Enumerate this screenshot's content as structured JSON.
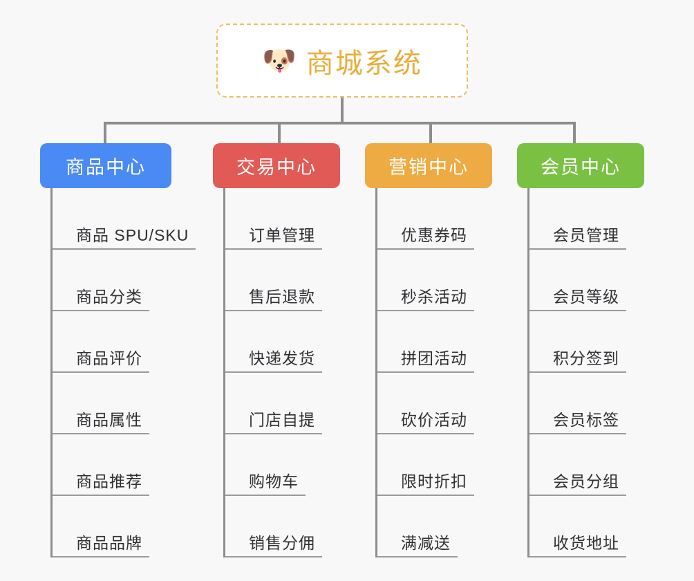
{
  "diagram": {
    "type": "mindmap-orgchart",
    "background_color": "#f8f8f8",
    "connector_color": "#8d8d8d",
    "root": {
      "icon": "dog-face-icon",
      "icon_glyph": "🐶",
      "title": "商城系统",
      "text_color": "#e8ae3d",
      "border_color": "#f0bc62",
      "background_color": "#ffffff"
    },
    "branches": [
      {
        "id": "product-center",
        "label": "商品中心",
        "color": "#4a8af4",
        "leaves": [
          "商品 SPU/SKU",
          "商品分类",
          "商品评价",
          "商品属性",
          "商品推荐",
          "商品品牌"
        ]
      },
      {
        "id": "trade-center",
        "label": "交易中心",
        "color": "#e25a56",
        "leaves": [
          "订单管理",
          "售后退款",
          "快递发货",
          "门店自提",
          "购物车",
          "销售分佣"
        ]
      },
      {
        "id": "marketing-center",
        "label": "营销中心",
        "color": "#eeab43",
        "leaves": [
          "优惠券码",
          "秒杀活动",
          "拼团活动",
          "砍价活动",
          "限时折扣",
          "满减送"
        ]
      },
      {
        "id": "member-center",
        "label": "会员中心",
        "color": "#7ac143",
        "leaves": [
          "会员管理",
          "会员等级",
          "积分签到",
          "会员标签",
          "会员分组",
          "收货地址"
        ]
      }
    ]
  }
}
